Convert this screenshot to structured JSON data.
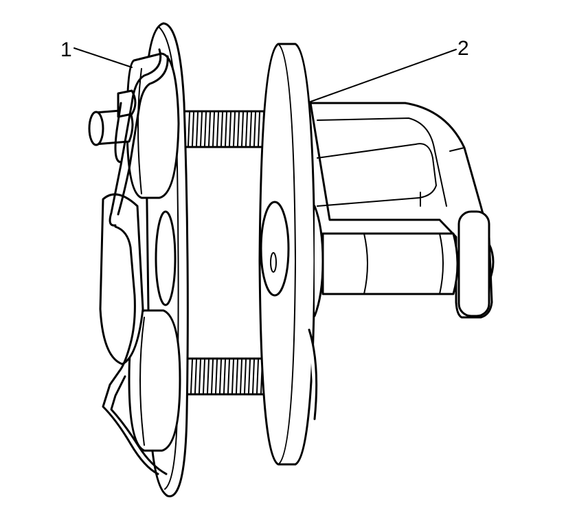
{
  "callouts": [
    {
      "id": "1",
      "label": "1"
    },
    {
      "id": "2",
      "label": "2"
    }
  ],
  "colors": {
    "line": "#000000",
    "fill": "#ffffff"
  }
}
